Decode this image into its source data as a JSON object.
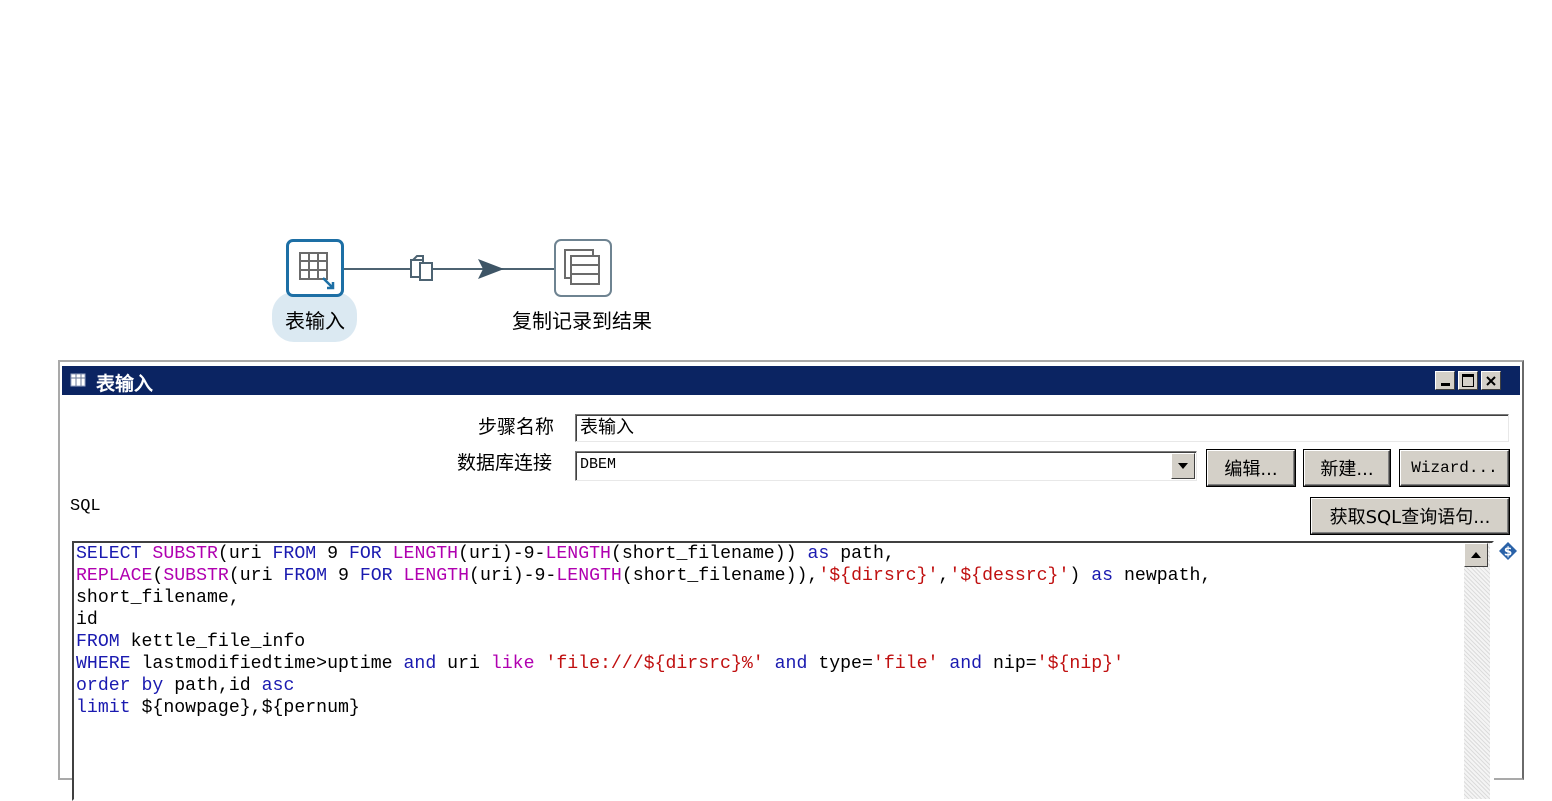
{
  "canvas": {
    "nodes": [
      {
        "label": "表输入"
      },
      {
        "label": "复制记录到结果"
      }
    ]
  },
  "dialog": {
    "title": "表输入",
    "step_name_label": "步骤名称",
    "step_name_value": "表输入",
    "connection_label": "数据库连接",
    "connection_value": "DBEM",
    "buttons": {
      "edit": "编辑...",
      "new": "新建...",
      "wizard": "Wizard...",
      "get_sql": "获取SQL查询语句..."
    },
    "sql_label": "SQL",
    "sql_lines": [
      "SELECT SUBSTR(uri FROM 9 FOR LENGTH(uri)-9-LENGTH(short_filename)) as path,",
      "REPLACE(SUBSTR(uri FROM 9 FOR LENGTH(uri)-9-LENGTH(short_filename)),'${dirsrc}','${dessrc}') as newpath,",
      "short_filename,",
      "id",
      "FROM kettle_file_info",
      "WHERE lastmodifiedtime>uptime and uri like 'file:///${dirsrc}%' and type='file' and nip='${nip}'",
      "order by path,id asc",
      "limit ${nowpage},${pernum}"
    ]
  },
  "colors": {
    "titlebar": "#0b2462",
    "keyword": "#1a1ab0",
    "function": "#b000b0",
    "string": "#c01010",
    "selected_node_border": "#1d6fa5"
  },
  "icons": [
    "table-input-icon",
    "copy-rows-icon",
    "copy-hop-icon",
    "hop-arrow-icon",
    "variable-dollar-icon",
    "dropdown-arrow-icon",
    "scroll-up-arrow-icon",
    "minimize-icon",
    "maximize-icon",
    "close-icon"
  ]
}
